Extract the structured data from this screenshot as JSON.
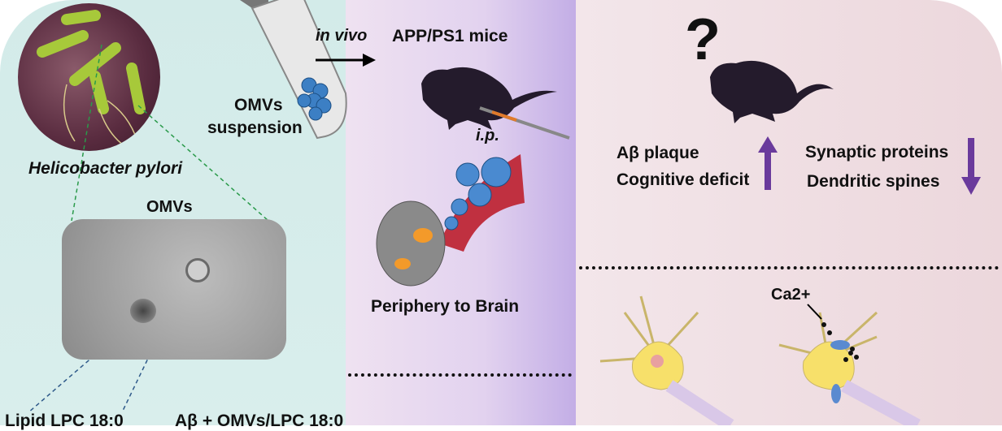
{
  "left": {
    "bacteria_label": "Helicobacter pylori",
    "omvs_title": "OMVs",
    "suspension_label_1": "OMVs",
    "suspension_label_2": "suspension",
    "lipid_label": "Lipid LPC 18:0",
    "complex_label": "Aβ + OMVs/LPC 18:0"
  },
  "middle": {
    "in_vivo": "in vivo",
    "mice_label": "APP/PS1 mice",
    "route": "i.p.",
    "periphery_label": "Periphery to Brain"
  },
  "right": {
    "question": "?",
    "up_items": [
      "Aβ plaque",
      "Cognitive deficit"
    ],
    "down_items": [
      "Synaptic proteins",
      "Dendritic spines"
    ],
    "calcium_label": "Ca2+"
  },
  "colors": {
    "arrow_purple": "#6a3a9c",
    "left_bg": "#d3ebe9",
    "right_bg": "#f0dfe3"
  }
}
